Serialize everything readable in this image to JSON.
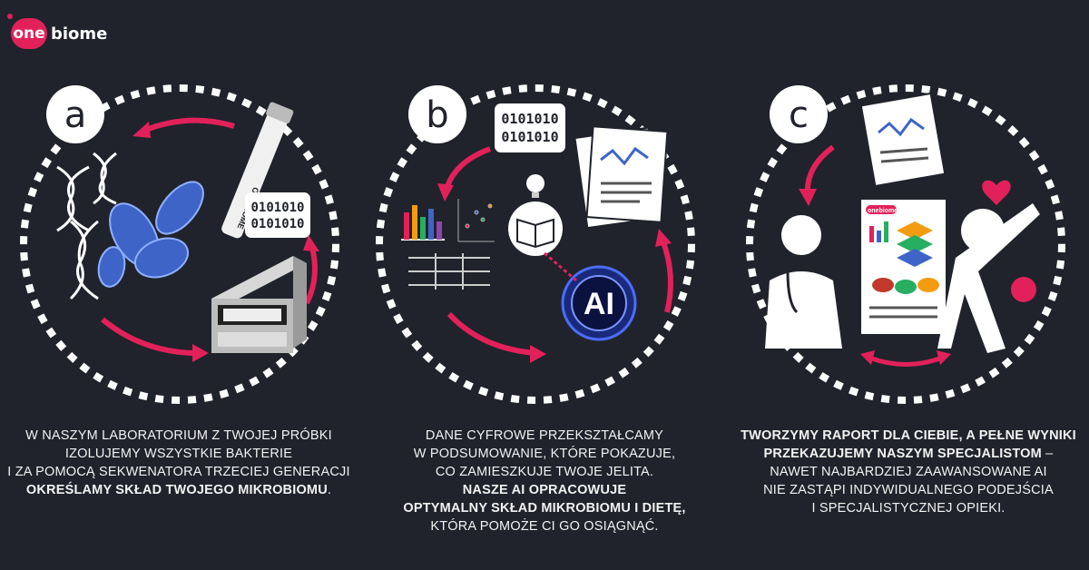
{
  "brand": {
    "badge": "one",
    "name": "biome",
    "card_name": "onebiome",
    "tube_label": "ONEBIOME",
    "accent": "#e2215a",
    "background": "#20232b"
  },
  "panels": [
    {
      "letter": "a",
      "binary": [
        "0101010",
        "0101010"
      ],
      "icons": [
        "dna-icon",
        "bacteria-icon",
        "sample-tube-icon",
        "sequencer-icon"
      ],
      "caption": [
        {
          "text": "W NASZYM LABORATORIUM Z TWOJEJ PRÓBKI",
          "bold": false
        },
        {
          "text": "IZOLUJEMY WSZYSTKIE BAKTERIE",
          "bold": false
        },
        {
          "text": "I ZA POMOCĄ SEKWENATORA TRZECIEJ GENERACJI",
          "bold": false
        },
        {
          "text": "OKREŚLAMY SKŁAD TWOJEGO MIKROBIOMU",
          "bold": true,
          "suffix": "."
        }
      ]
    },
    {
      "letter": "b",
      "binary": [
        "0101010",
        "0101010"
      ],
      "ai_label": "AI",
      "icons": [
        "bar-chart-icon",
        "scatter-icon",
        "book-icon",
        "lightbulb-icon",
        "report-icon",
        "ai-icon"
      ],
      "caption": [
        {
          "text": "DANE CYFROWE PRZEKSZTAŁCAMY",
          "bold": false
        },
        {
          "text": "W PODSUMOWANIE, KTÓRE POKAZUJE,",
          "bold": false
        },
        {
          "text": "CO ZAMIESZKUJE TWOJE JELITA.",
          "bold": false
        },
        {
          "text": "NASZE AI OPRACOWUJE",
          "bold": true
        },
        {
          "text": "OPTYMALNY SKŁAD MIKROBIOMU I DIETĘ,",
          "bold": true
        },
        {
          "text": "KTÓRA POMOŻE CI GO OSIĄGNĄĆ.",
          "bold": false
        }
      ]
    },
    {
      "letter": "c",
      "icons": [
        "report-icon",
        "doctor-icon",
        "happy-person-icon",
        "heart-icon"
      ],
      "caption": [
        {
          "text": "TWORZYMY RAPORT DLA CIEBIE, A PEŁNE WYNIKI",
          "bold": true
        },
        {
          "text": "PRZEKAZUJEMY NASZYM SPECJALISTOM",
          "bold": true,
          "suffix": " –"
        },
        {
          "text": "NAWET NAJBARDZIEJ ZAAWANSOWANE AI",
          "bold": false
        },
        {
          "text": "NIE ZASTĄPI INDYWIDUALNEGO PODEJŚCIA",
          "bold": false
        },
        {
          "text": "I SPECJALISTYCZNEJ OPIEKI.",
          "bold": false
        }
      ]
    }
  ]
}
